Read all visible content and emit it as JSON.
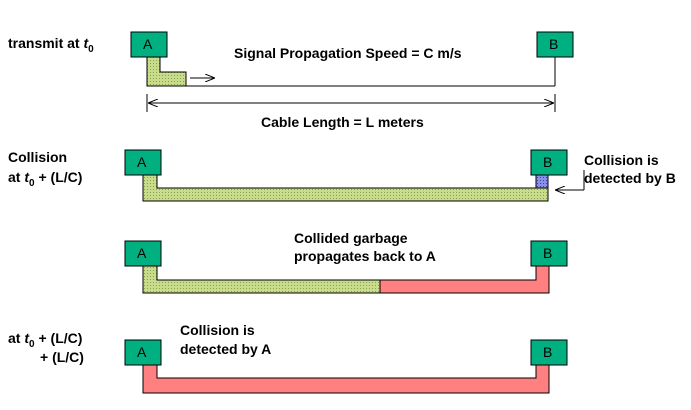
{
  "labels": {
    "transmit_prefix": "transmit at ",
    "t0_t": "t",
    "t0_sub": "0",
    "collision_line1": "Collision",
    "collision_at": "at ",
    "collision_suffix": " + (L/C)",
    "final_at": "at ",
    "final_suffix": " + (L/C)",
    "final_line2": "+ (L/C)"
  },
  "annotations": {
    "speed": "Signal Propagation Speed = C m/s",
    "cable_length": "Cable Length = L meters",
    "detected_b_line1": "Collision is",
    "detected_b_line2": "detected by B",
    "garbage_line1": "Collided garbage",
    "garbage_line2": "propagates back to A",
    "detected_a_line1": "Collision is",
    "detected_a_line2": "detected by A"
  },
  "nodes": {
    "a": "A",
    "b": "B"
  },
  "colors": {
    "node_fill": "#00b080",
    "signal_green": "#c8dc8c",
    "collision_blue": "#6c72d8",
    "garbage_red": "#ff8080"
  }
}
